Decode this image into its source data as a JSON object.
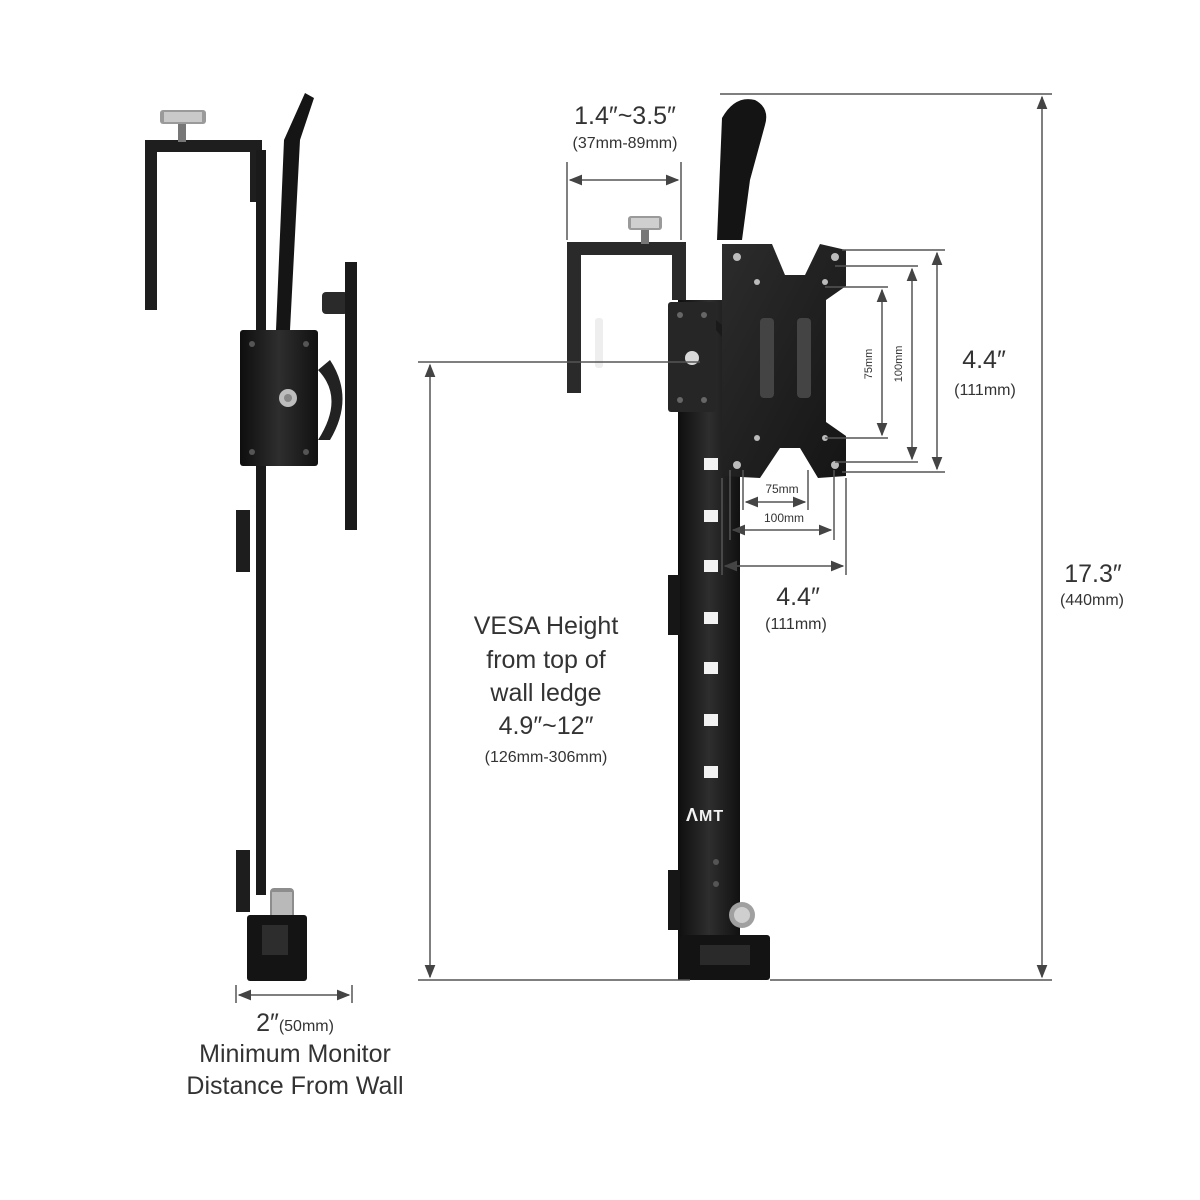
{
  "dimensions": {
    "clamp_range": {
      "inch": "1.4″~3.5″",
      "mm": "(37mm-89mm)"
    },
    "overall_height": {
      "inch": "17.3″",
      "mm": "(440mm)"
    },
    "vesa_plate_height": {
      "inch": "4.4″",
      "mm": "(111mm)"
    },
    "vesa_plate_width": {
      "inch": "4.4″",
      "mm": "(111mm)"
    },
    "vesa_small": "75mm",
    "vesa_large": "100mm",
    "min_distance": {
      "inch": "2″",
      "mm": "(50mm)"
    }
  },
  "vesa_height": {
    "line1": "VESA Height",
    "line2": "from top of",
    "line3": "wall ledge",
    "range": "4.9″~12″",
    "range_mm": "(126mm-306mm)"
  },
  "min_distance_caption": {
    "line1": "Minimum Monitor",
    "line2": "Distance From Wall"
  },
  "brand_logo": "MT",
  "colors": {
    "metal": "#1b1b1b",
    "metal_highlight": "#3a3a3a",
    "dimension_line": "#555555"
  }
}
